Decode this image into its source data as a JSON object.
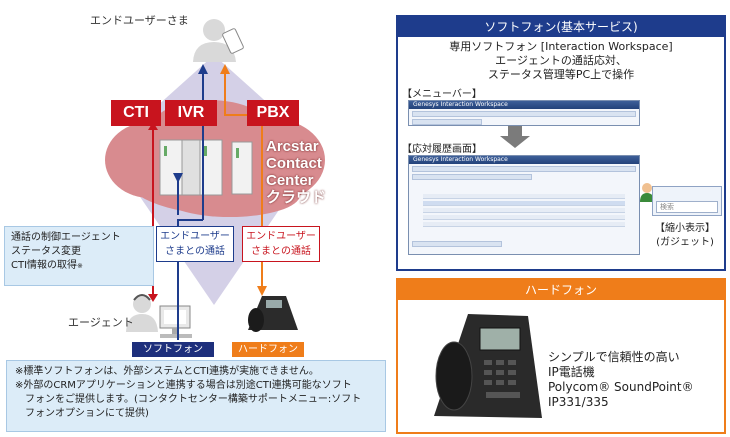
{
  "diagram": {
    "end_user_label": "エンドユーザーさま",
    "agent_label": "エージェント",
    "tags": [
      "CTI",
      "IVR",
      "PBX"
    ],
    "cloud_title": [
      "Arcstar",
      "Contact",
      "Center",
      "クラウド"
    ],
    "info_box": [
      "通話の制御エージェント",
      "ステータス変更",
      "CTI情報の取得"
    ],
    "info_box_mark": "※",
    "call_blue": [
      "エンドユーザー",
      "さまとの通話"
    ],
    "call_red": [
      "エンドユーザー",
      "さまとの通話"
    ],
    "softphone_tag": "ソフトフォン",
    "hardphone_tag": "ハードフォン",
    "notes": [
      "※標準ソフトフォンは、外部システムとCTI連携が実施できません。",
      "※外部のCRMアプリケーションと連携する場合は別途CTI連携可能なソフト",
      "　フォンをご提供します。(コンタクトセンター構築サポートメニュー:ソフト",
      "　フォンオプションにて提供)"
    ],
    "colors": {
      "red": "#c8141e",
      "navy": "#1e3c8c",
      "orange": "#ef7d1a",
      "panel": "#dcecf8"
    }
  },
  "software_phone": {
    "header": "ソフトフォン(基本サービス)",
    "description": [
      "専用ソフトフォン [Interaction Workspace]",
      "エージェントの通話応対、",
      "ステータス管理等PC上で操作"
    ],
    "menubar_label": "【メニューバー】",
    "history_label": "【応対履歴画面】",
    "window_title": "Genesys Interaction Workspace",
    "gadget_search_placeholder": "検索",
    "gadget_label": [
      "【縮小表示】",
      "(ガジェット)"
    ]
  },
  "hard_phone": {
    "header": "ハードフォン",
    "description": [
      "シンプルで信頼性の高い",
      "IP電話機",
      "Polycom® SoundPoint®",
      "IP331/335"
    ]
  }
}
